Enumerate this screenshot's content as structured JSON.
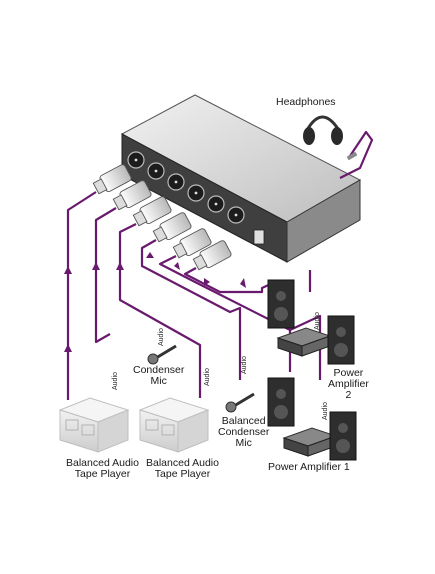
{
  "labels": {
    "headphones": "Headphones",
    "condenser_mic": [
      "Condenser",
      "Mic"
    ],
    "balanced_condenser_mic": [
      "Balanced",
      "Condenser",
      "Mic"
    ],
    "tape_player_1": [
      "Balanced Audio",
      "Tape Player"
    ],
    "tape_player_2": [
      "Balanced Audio",
      "Tape Player"
    ],
    "power_amp_2": [
      "Power",
      "Amplifier",
      "2"
    ],
    "power_amp_1": "Power Amplifier 1",
    "audio": "Audio"
  },
  "colors": {
    "cable": "#6a1a6e",
    "device_top": "#d8d8d8",
    "device_front": "#4a4a4a",
    "speaker": "#2e2e2e"
  }
}
